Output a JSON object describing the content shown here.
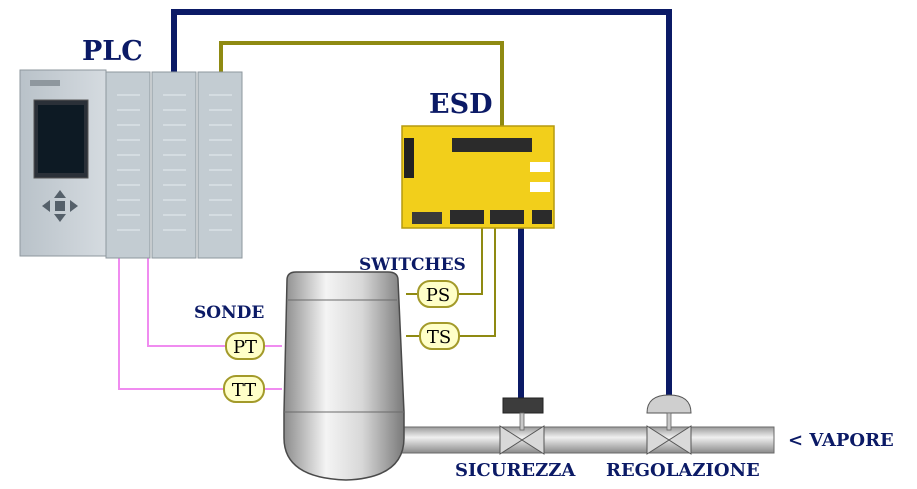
{
  "labels": {
    "plc": "PLC",
    "esd": "ESD",
    "switches": "SWITCHES",
    "sonde": "SONDE",
    "sicurezza": "SICUREZZA",
    "regolazione": "REGOLAZIONE",
    "vapore": "< VAPORE"
  },
  "instruments": {
    "ps": "PS",
    "ts": "TS",
    "pt": "PT",
    "tt": "TT"
  },
  "colors": {
    "navy_wire": "#0b1a66",
    "olive_wire": "#8f8a12",
    "pink_wire": "#f08cf0",
    "tag_fill": "#ffffc8",
    "tag_stroke": "#a39a2a",
    "esd_yellow": "#f2cf1b",
    "label_color": "#0b1a66"
  }
}
